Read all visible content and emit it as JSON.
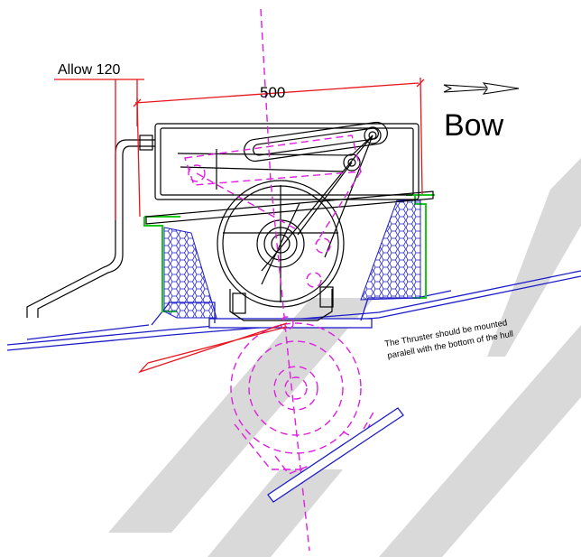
{
  "drawing": {
    "allowance_label": "Allow 120",
    "width_dimension_label": "500",
    "direction_label": "Bow",
    "mounting_note_line1": "The Thruster should be mounted",
    "mounting_note_line2": "paralell with the bottom of the hull",
    "watermark_text": "NEW"
  },
  "colors": {
    "dimension_lines": "#e8141c",
    "hull_lines": "#1c1cc8",
    "tilted_position": "#e01ee0",
    "mount_brackets": "#18c818",
    "outline": "#000000",
    "watermark": "#d9d9d9"
  }
}
